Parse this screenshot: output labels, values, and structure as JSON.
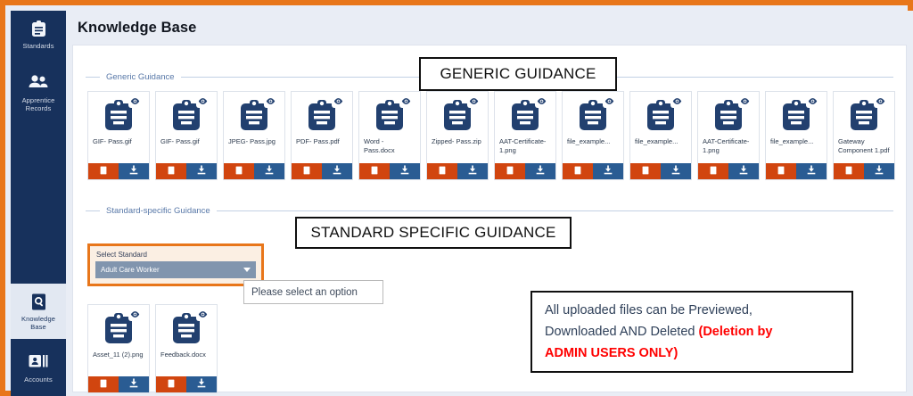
{
  "theme": {
    "frame_accent": "#E8761A",
    "sidebar_bg": "#17315C",
    "delete_button": "#D1450F",
    "download_button": "#2A5C93",
    "alert_red": "#FF0000"
  },
  "sidebar": {
    "items": [
      {
        "id": "standards",
        "label": "Standards",
        "icon": "clipboard-icon",
        "active": false
      },
      {
        "id": "apprentice-records",
        "label": "Apprentice\nRecords",
        "icon": "people-icon",
        "active": false
      },
      {
        "id": "knowledge-base",
        "label": "Knowledge\nBase",
        "icon": "document-search-icon",
        "active": true
      },
      {
        "id": "accounts",
        "label": "Accounts",
        "icon": "id-card-icon",
        "active": false
      }
    ]
  },
  "header": {
    "title": "Knowledge Base"
  },
  "sections": {
    "generic": {
      "divider_label": "Generic Guidance",
      "files": [
        {
          "name": "GIF- Pass.gif"
        },
        {
          "name": "GIF- Pass.gif"
        },
        {
          "name": "JPEG- Pass.jpg"
        },
        {
          "name": "PDF- Pass.pdf"
        },
        {
          "name": "Word - Pass.docx"
        },
        {
          "name": "Zipped- Pass.zip"
        },
        {
          "name": "AAT-Certificate-1.png"
        },
        {
          "name": "file_example..."
        },
        {
          "name": "file_example..."
        },
        {
          "name": "AAT-Certificate-1.png"
        },
        {
          "name": "file_example..."
        },
        {
          "name": "Gateway Component 1.pdf"
        }
      ]
    },
    "standard_specific": {
      "divider_label": "Standard-specific Guidance",
      "select": {
        "label": "Select Standard",
        "value": "Adult Care Worker",
        "placeholder": "Please select an option"
      },
      "files": [
        {
          "name": "Asset_11 (2).png"
        },
        {
          "name": "Feedback.docx"
        }
      ]
    }
  },
  "file_card": {
    "preview_icon": "eye-icon",
    "delete_icon": "trash-icon",
    "download_icon": "download-icon",
    "file_icon": "clipboard-file-icon"
  },
  "annotations": {
    "generic_guidance": "GENERIC GUIDANCE",
    "standard_specific_guidance": "STANDARD SPECIFIC GUIDANCE",
    "select_option_tooltip": "Please select an option",
    "note_line1": "All uploaded files can be Previewed,",
    "note_line2": "Downloaded AND Deleted ",
    "note_red1": "(Deletion by",
    "note_red2": "ADMIN USERS ONLY)"
  }
}
